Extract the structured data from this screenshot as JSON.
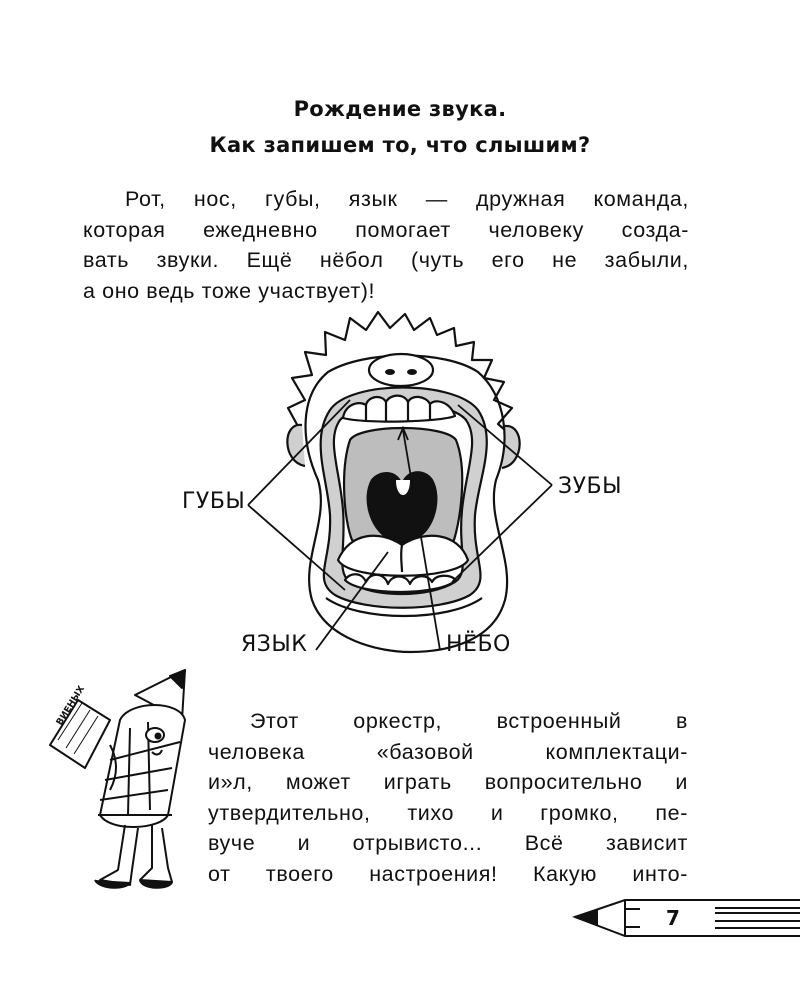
{
  "heading": {
    "line1": "Рождение звука.",
    "line2": "Как запишем то, что слышим?"
  },
  "intro": {
    "lines": [
      "Рот, нос, губы, язык — дружная команда,",
      "которая ежедневно помогает человеку созда-",
      "вать звуки. Ещё нёбоᴫ (чуть его не забыли,",
      "а оно ведь тоже участвует)!"
    ]
  },
  "diagram": {
    "labels": {
      "lips": "ГУБЫ",
      "teeth": "ЗУБЫ",
      "tongue": "ЯЗЫК",
      "palate": "НЁБО"
    }
  },
  "orchestra": {
    "lines": [
      "Этот оркестр, встроенный в",
      "человека «базовой комплектаци-",
      "и»ᴫ, может играть вопросительно и",
      "утвердительно, тихо и громко, пе-",
      "вуче и отрывисто... Всё зависит",
      "от твоего настроения! Какую инто-"
    ]
  },
  "illustration": {
    "book_text": "ВИЕНЫХ"
  },
  "footer": {
    "page_number": "7"
  }
}
